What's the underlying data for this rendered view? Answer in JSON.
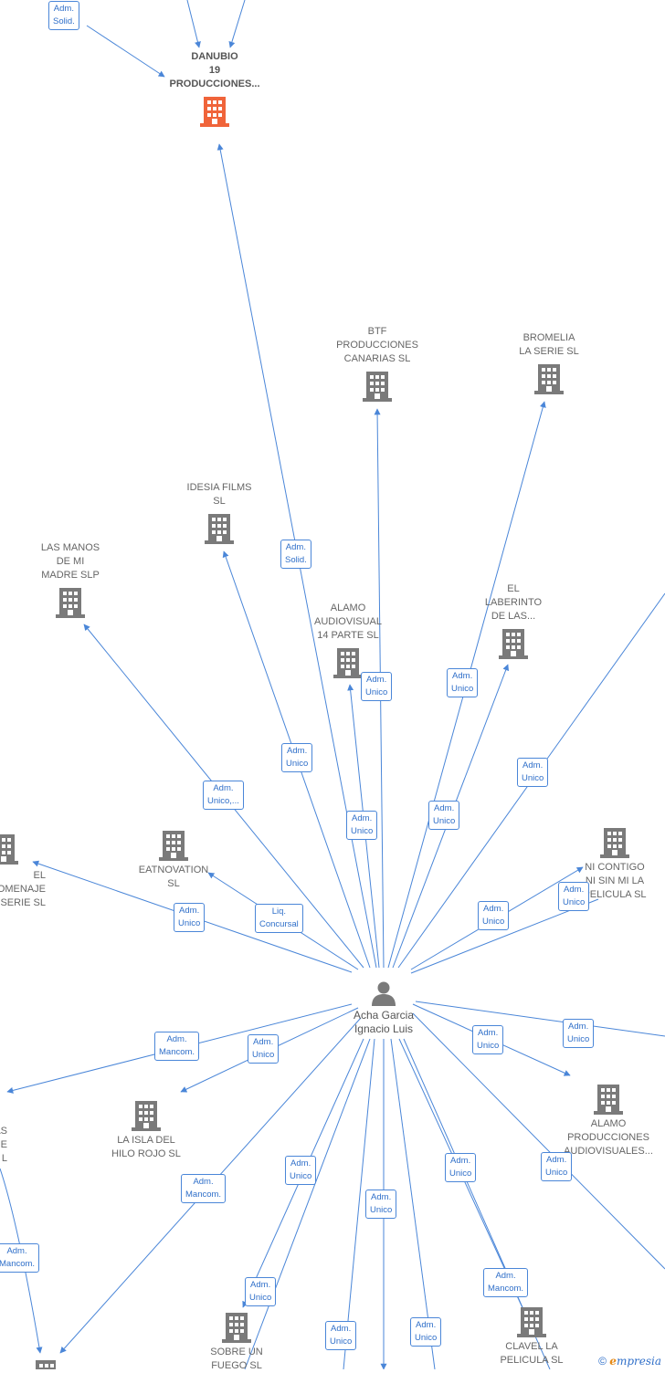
{
  "center": {
    "name_line1": "Acha Garcia",
    "name_line2": "Ignacio Luis"
  },
  "companies": {
    "danubio": "DANUBIO\n19\nPRODUCCIONES...",
    "btf": "BTF\nPRODUCCIONES\nCANARIAS  SL",
    "bromelia": "BROMELIA\nLA SERIE  SL",
    "idesia": "IDESIA FILMS\nSL",
    "las_manos": "LAS MANOS\nDE MI\nMADRE  SLP",
    "alamo_14": "ALAMO\nAUDIOVISUAL\n14 PARTE  SL",
    "laberinto": "EL\nLABERINTO\nDE LAS...",
    "el_homenaje": "EL\nHOMENAJE\nLA SERIE  SL",
    "eatnovation": "EATNOVATION\nSL",
    "ni_contigo": "NI CONTIGO\nNI SIN MI LA\nPELICULA  SL",
    "la_isla": "LA ISLA DEL\nHILO ROJO  SL",
    "alamo_prod": "ALAMO\nPRODUCCIONES\nAUDIOVISUALES...",
    "left_partial": "AS\nE\nL",
    "sobre_un_fuego": "SOBRE UN\nFUEGO  SL",
    "clavel": "CLAVEL LA\nPELICULA  SL"
  },
  "roles": {
    "adm_solid": "Adm.\nSolid.",
    "adm_unico": "Adm.\nUnico",
    "adm_unico_etc": "Adm.\nUnico,...",
    "adm_mancom": "Adm.\nMancom.",
    "liq_concursal": "Liq.\nConcursal"
  },
  "footer": {
    "copyright": "©",
    "brand_e": "e",
    "brand_rest": "mpresia"
  },
  "colors": {
    "edge": "#4a86d8",
    "building": "#7a7a7a",
    "highlight_building": "#f0643a"
  }
}
